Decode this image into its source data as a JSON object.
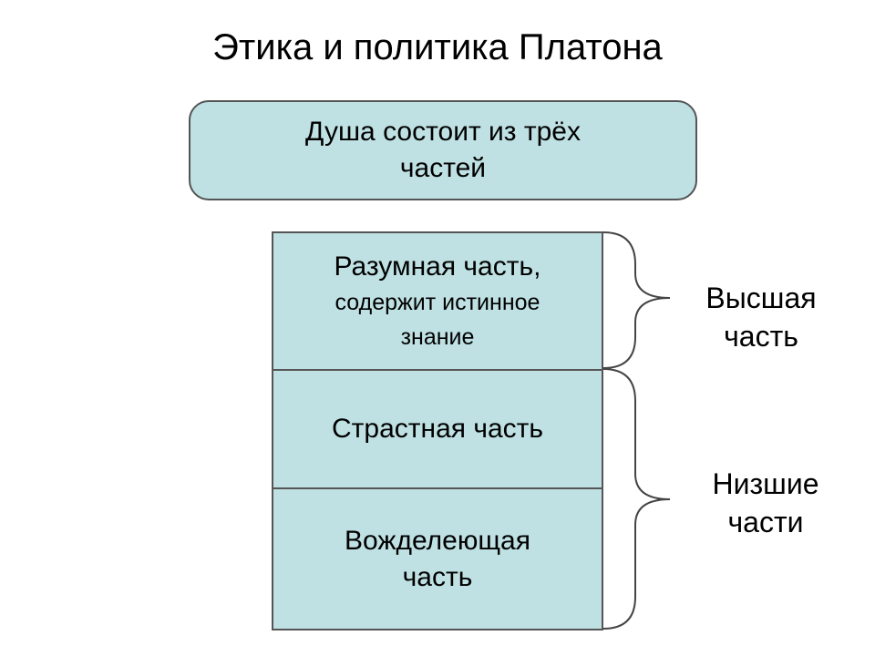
{
  "title": "Этика и политика Платона",
  "soul_box": {
    "text": "Душа состоит из трёх частей"
  },
  "parts": {
    "rational": {
      "title": "Разумная часть,",
      "description": "содержит истинное знание"
    },
    "passionate": {
      "title": "Страстная часть"
    },
    "desiring": {
      "title": "Вожделеющая часть"
    }
  },
  "labels": {
    "higher": "Высшая часть",
    "lower": "Низшие части"
  },
  "colors": {
    "box_fill": "#bfe1e3",
    "border": "#555555",
    "background": "#ffffff"
  }
}
